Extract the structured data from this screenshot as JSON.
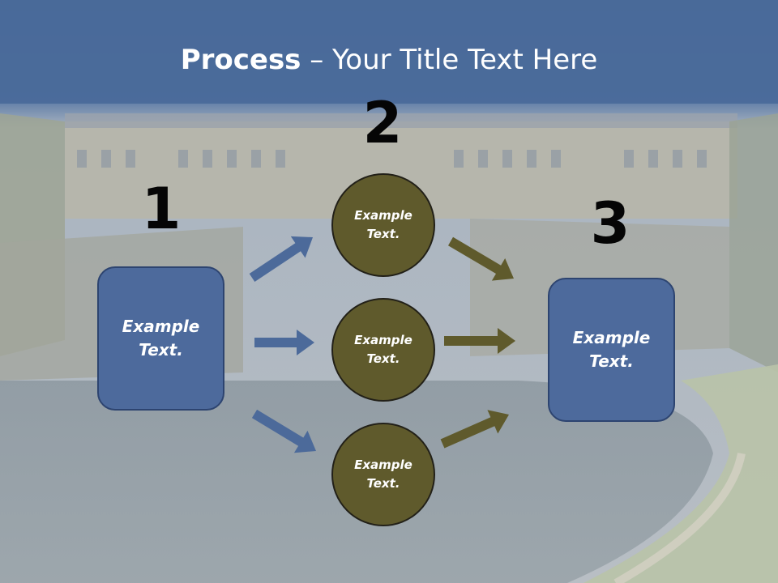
{
  "title": {
    "bold": "Process",
    "rest": " – Your Title Text Here"
  },
  "steps": [
    {
      "number": "1",
      "line1": "Example",
      "line2": "Text."
    },
    {
      "number": "2"
    },
    {
      "number": "3",
      "line1": "Example",
      "line2": "Text."
    }
  ],
  "circles": [
    {
      "line1": "Example",
      "line2": "Text."
    },
    {
      "line1": "Example",
      "line2": "Text."
    },
    {
      "line1": "Example",
      "line2": "Text."
    }
  ],
  "colors": {
    "header": "#4a6a9a",
    "box": "#4d6a9c",
    "circle": "#5f5a2c",
    "arrow_blue": "#4c6a9a",
    "arrow_olive": "#5f5a2c"
  }
}
